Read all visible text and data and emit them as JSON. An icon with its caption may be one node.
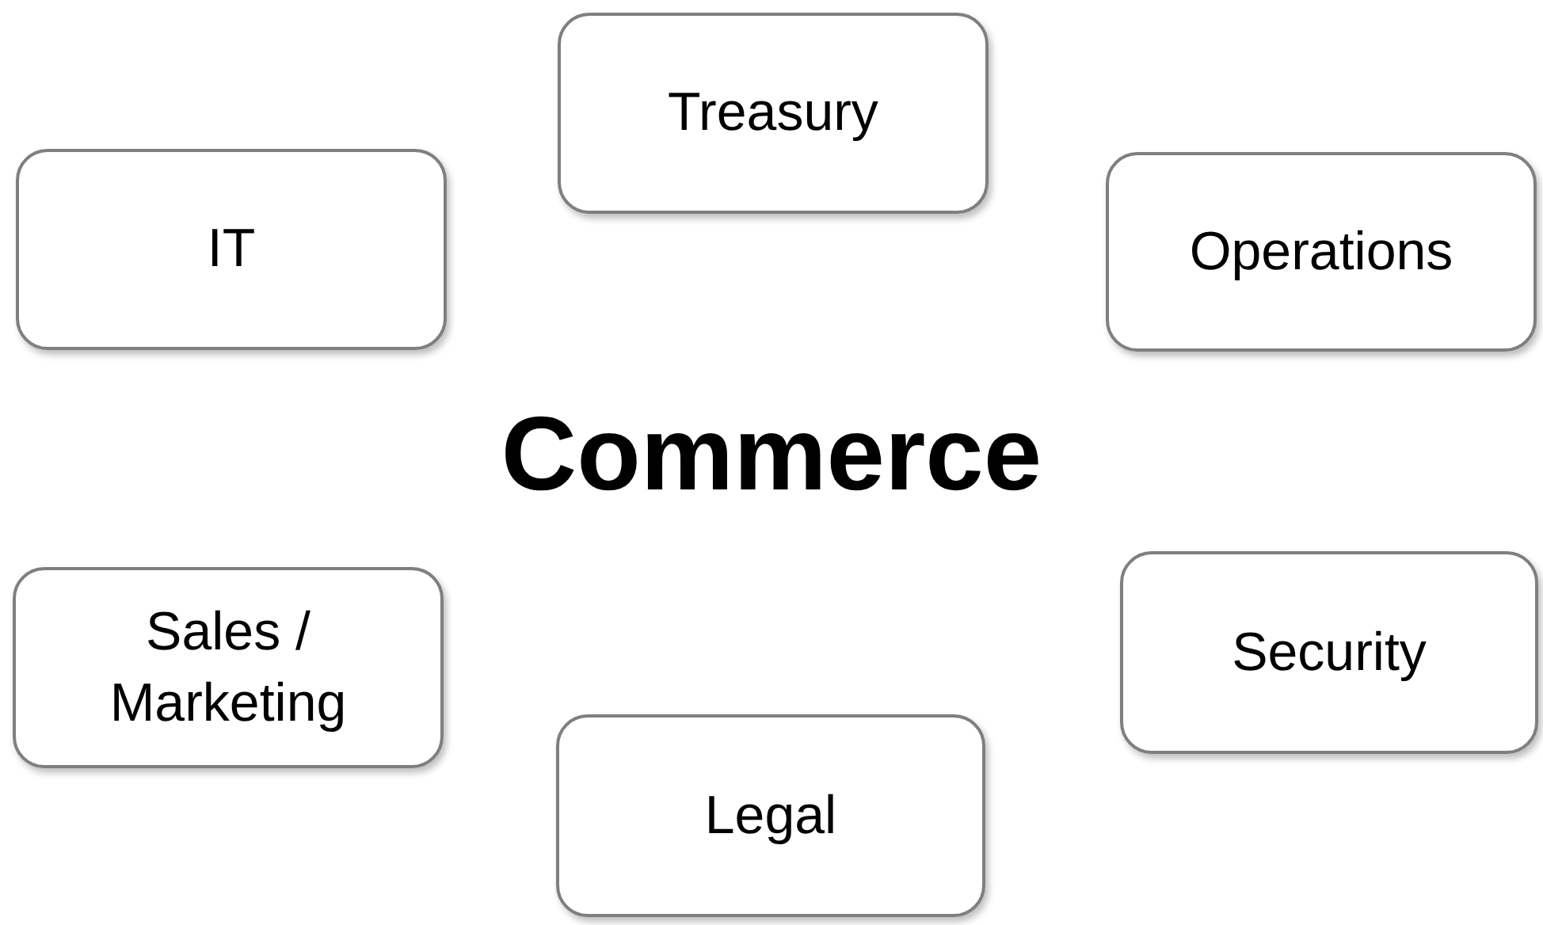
{
  "diagram": {
    "title": "Commerce",
    "nodes": [
      {
        "text": [
          "Treasury"
        ]
      },
      {
        "text": [
          "IT"
        ]
      },
      {
        "text": [
          "Operations"
        ]
      },
      {
        "text": [
          "Security"
        ]
      },
      {
        "text": [
          "Sales / Marketing"
        ]
      },
      {
        "text": [
          "Legal"
        ]
      }
    ]
  }
}
